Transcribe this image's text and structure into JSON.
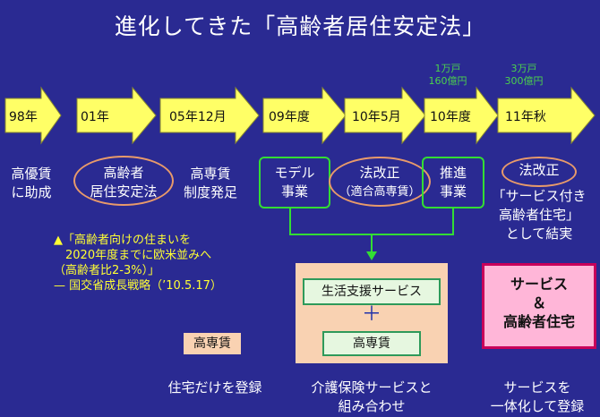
{
  "title": "進化してきた「高齢者居住安定法」",
  "timeline": [
    {
      "label": "98年"
    },
    {
      "label": "01年"
    },
    {
      "label": "05年12月"
    },
    {
      "label": "09年度"
    },
    {
      "label": "10年5月"
    },
    {
      "label": "10年度"
    },
    {
      "label": "11年秋"
    }
  ],
  "budget_1": {
    "line1": "1万戸",
    "line2": "160億円"
  },
  "budget_2": {
    "line1": "3万戸",
    "line2": "300億円"
  },
  "events": {
    "e1": {
      "line1": "高優賃",
      "line2": "に助成"
    },
    "e2": {
      "line1": "高齢者",
      "line2": "居住安定法"
    },
    "e3": {
      "line1": "高専賃",
      "line2": "制度発足"
    },
    "e4": {
      "line1": "モデル",
      "line2": "事業"
    },
    "e5": {
      "line1": "法改正",
      "line2": "（適合高専賃）"
    },
    "e6": {
      "line1": "推進",
      "line2": "事業"
    },
    "e7": {
      "line1": "法改正",
      "l2": "「サービス付き",
      "l3": "高齢者住宅」",
      "l4": "として結実"
    }
  },
  "note": {
    "line1": "▲「高齢者向けの住まいを",
    "line2": "　2020年度までに欧米並みへ",
    "line3": "（高齢者比2-3%）」",
    "line4": "— 国交省成長戦略（’10.5.17）"
  },
  "box_left": "高専賃",
  "box_mid": {
    "service": "生活支援サービス",
    "plus": "＋",
    "koseichin": "高専賃"
  },
  "box_right": {
    "line1": "サービス",
    "line2": "＆",
    "line3": "高齢者住宅"
  },
  "captions": {
    "left": "住宅だけを登録",
    "mid1": "介護保険サービスと",
    "mid2": "組み合わせ",
    "right1": "サービスを",
    "right2": "一体化して登録"
  }
}
